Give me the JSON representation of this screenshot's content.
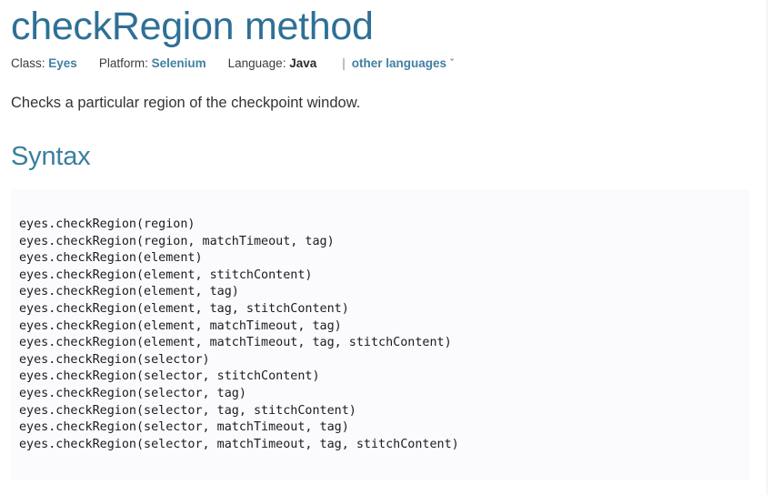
{
  "page": {
    "title": "checkRegion method",
    "description": "Checks a particular region of the checkpoint window."
  },
  "meta": {
    "class_label": "Class:",
    "class_value": "Eyes",
    "platform_label": "Platform:",
    "platform_value": "Selenium",
    "language_label": "Language:",
    "language_value": "Java",
    "separator": "|",
    "other_languages_label": "other languages",
    "chevron_icon": "ˇ",
    "link_color": "#4180a3"
  },
  "syntax": {
    "heading": "Syntax",
    "lines": [
      "eyes.checkRegion(region)",
      "eyes.checkRegion(region, matchTimeout, tag)",
      "eyes.checkRegion(element)",
      "eyes.checkRegion(element, stitchContent)",
      "eyes.checkRegion(element, tag)",
      "eyes.checkRegion(element, tag, stitchContent)",
      "eyes.checkRegion(element, matchTimeout, tag)",
      "eyes.checkRegion(element, matchTimeout, tag, stitchContent)",
      "eyes.checkRegion(selector)",
      "eyes.checkRegion(selector, stitchContent)",
      "eyes.checkRegion(selector, tag)",
      "eyes.checkRegion(selector, tag, stitchContent)",
      "eyes.checkRegion(selector, matchTimeout, tag)",
      "eyes.checkRegion(selector, matchTimeout, tag, stitchContent)"
    ],
    "background_color": "#fbfaFD"
  }
}
